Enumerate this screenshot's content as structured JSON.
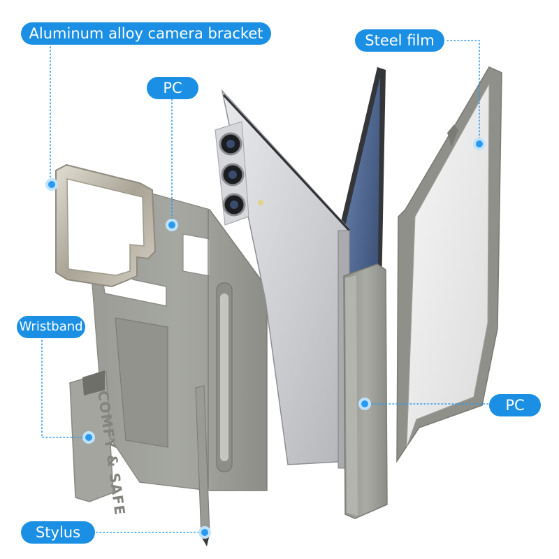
{
  "labels": {
    "camera_bracket": "Aluminum alloy camera bracket",
    "pc_top": "PC",
    "steel_film": "Steel film",
    "wristband": "Wristband",
    "pc_right": "PC",
    "stylus": "Stylus"
  },
  "wristband_print": "COMFY & SAFE",
  "colors": {
    "label_bg": "#1a8fe3",
    "label_text": "#ffffff",
    "leader": "#2a9af0",
    "case_gray": "#9a9b95"
  }
}
